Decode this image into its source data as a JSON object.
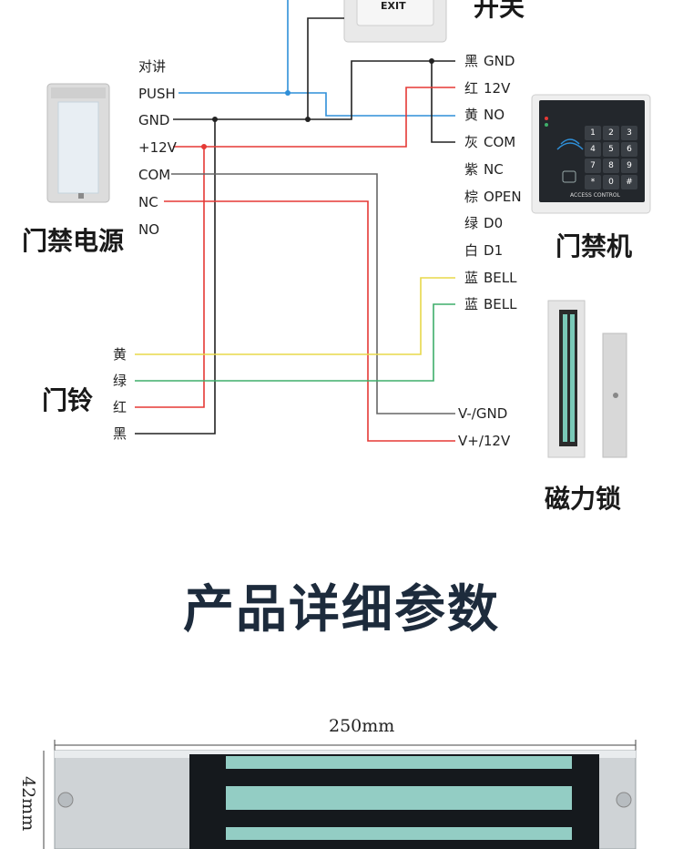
{
  "devices": {
    "exit_button": {
      "top_label": "开关",
      "face_text": "EXIT"
    },
    "power_supply": {
      "title": "门禁电源"
    },
    "access_controller": {
      "title": "门禁机",
      "panel_text": "ACCESS CONTROL"
    },
    "doorbell": {
      "title": "门铃"
    },
    "magnetic_lock": {
      "title": "磁力锁"
    }
  },
  "power_terminals": [
    "对讲",
    "PUSH",
    "GND",
    "+12V",
    "COM",
    "NC",
    "NO"
  ],
  "controller_terminals": [
    {
      "color": "黑",
      "label": "GND"
    },
    {
      "color": "红",
      "label": "12V"
    },
    {
      "color": "黄",
      "label": "NO"
    },
    {
      "color": "灰",
      "label": "COM"
    },
    {
      "color": "紫",
      "label": "NC"
    },
    {
      "color": "棕",
      "label": "OPEN"
    },
    {
      "color": "绿",
      "label": "D0"
    },
    {
      "color": "白",
      "label": "D1"
    },
    {
      "color": "蓝",
      "label": "BELL"
    },
    {
      "color": "蓝",
      "label": "BELL"
    }
  ],
  "bell_terminals": [
    "黄",
    "绿",
    "红",
    "黑"
  ],
  "lock_terminals": [
    "V-/GND",
    "V+/12V"
  ],
  "keypad_keys": [
    "1",
    "2",
    "3",
    "4",
    "5",
    "6",
    "7",
    "8",
    "9",
    "*",
    "0",
    "#"
  ],
  "section_title": "产品详细参数",
  "dimensions": {
    "length": "250mm",
    "height": "42mm"
  },
  "wire_colors": {
    "blue": "#2f8fd8",
    "black": "#222222",
    "red": "#e53935",
    "yellow": "#e8d84a",
    "green": "#3fae6a",
    "gray": "#888888"
  }
}
